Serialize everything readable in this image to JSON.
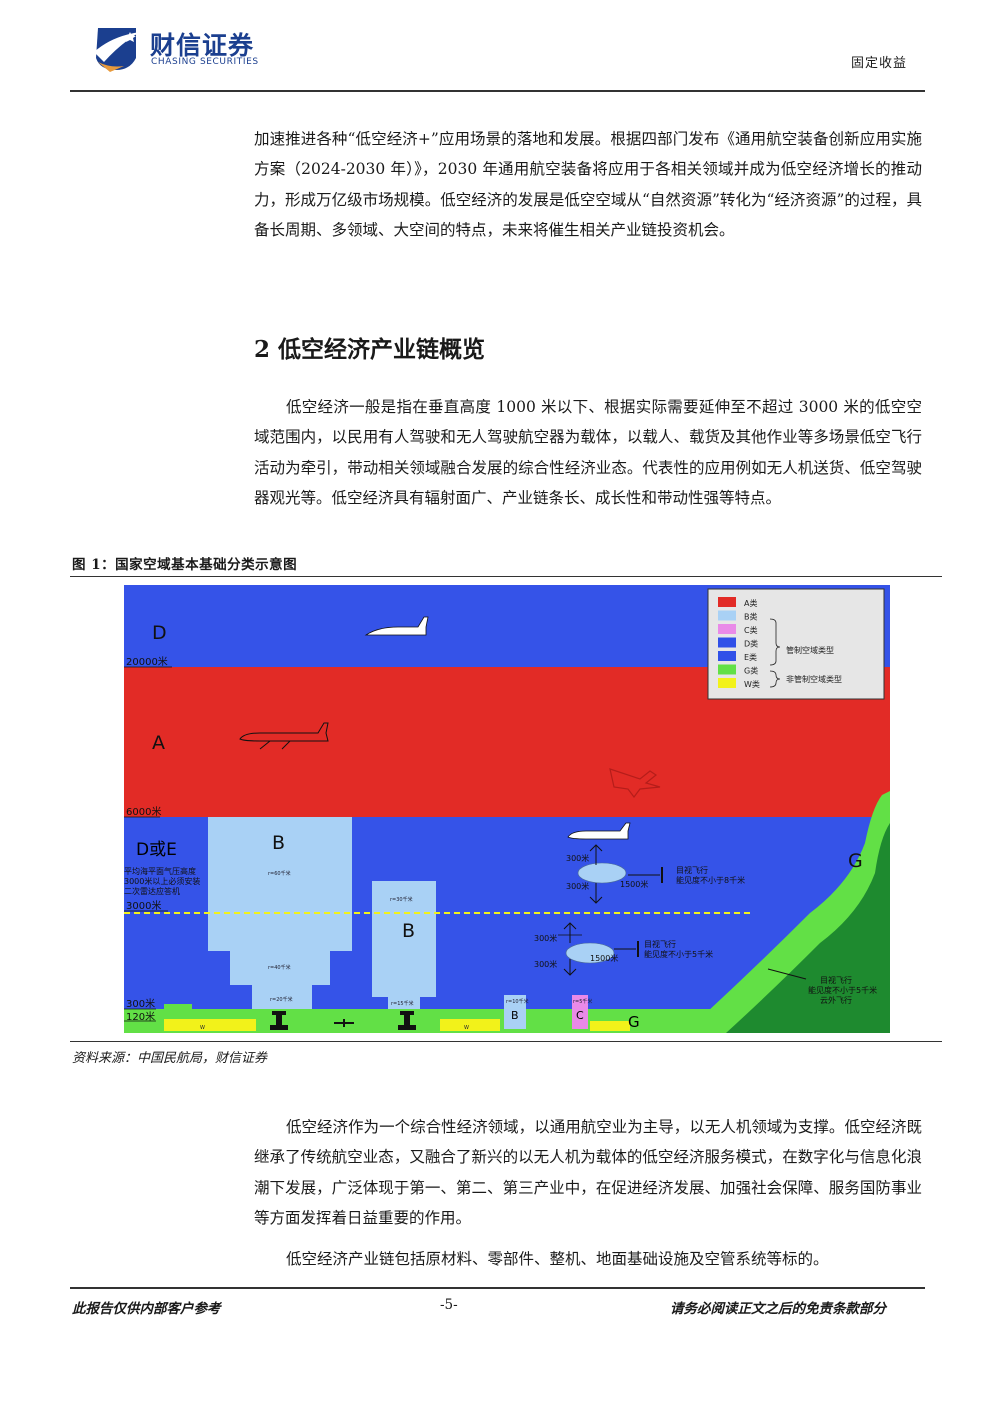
{
  "header": {
    "brand_cn": "财信证券",
    "brand_en": "CHASING SECURITIES",
    "section_label": "固定收益"
  },
  "body": {
    "para_1": "加速推进各种“低空经济+”应用场景的落地和发展。根据四部门发布《通用航空装备创新应用实施方案（2024-2030 年）》，2030 年通用航空装备将应用于各相关领域并成为低空经济增长的推动力，形成万亿级市场规模。低空经济的发展是低空空域从“自然资源”转化为“经济资源”的过程，具备长周期、多领域、大空间的特点，未来将催生相关产业链投资机会。",
    "section_title": "2 低空经济产业链概览",
    "para_2": "低空经济一般是指在垂直高度 1000 米以下、根据实际需要延伸至不超过 3000 米的低空空域范围内，以民用有人驾驶和无人驾驶航空器为载体，以载人、载货及其他作业等多场景低空飞行活动为牵引，带动相关领域融合发展的综合性经济业态。代表性的应用例如无人机送货、低空驾驶器观光等。低空经济具有辐射面广、产业链条长、成长性和带动性强等特点。",
    "para_3": "低空经济作为一个综合性经济领域，以通用航空业为主导，以无人机领域为支撑。低空经济既继承了传统航空业态，又融合了新兴的以无人机为载体的低空经济服务模式，在数字化与信息化浪潮下发展，广泛体现于第一、第二、第三产业中，在促进经济发展、加强社会保障、服务国防事业等方面发挥着日益重要的作用。",
    "para_4": "低空经济产业链包括原材料、零部件、整机、地面基础设施及空管系统等标的。"
  },
  "figure": {
    "title": "图 1：国家空域基本基础分类示意图",
    "source": "资料来源：中国民航局，财信证券",
    "diagram": {
      "zone_labels": {
        "d": "D",
        "a": "A",
        "d_or_e": "D或E",
        "b1": "B",
        "b2": "B",
        "b3": "B",
        "c": "C",
        "g1": "G",
        "g2": "G"
      },
      "altitude_labels": {
        "alt_20000": "20000米",
        "alt_6000": "6000米",
        "alt_3000": "3000米",
        "alt_300": "300米",
        "alt_120": "120米"
      },
      "pressure_note": [
        "平均海平面气压高度",
        "3000米以上必须安装",
        "二次雷达应答机"
      ],
      "radius_labels": {
        "b1_upper": "r=60千米",
        "b1_lower": "r=40千米",
        "b1_base": "r=20千米",
        "b2_upper": "r=30千米",
        "b2_base": "r=15千米",
        "b3": "r=10千米",
        "c": "r=5千米"
      },
      "ground_labels": {
        "w1": "W",
        "w2": "W"
      },
      "vfr_upper": {
        "sep_above": "300米",
        "sep_below": "300米",
        "horizontal": "1500米",
        "line1": "目视飞行",
        "line2": "能见度不小于8千米"
      },
      "vfr_lower": {
        "sep_above": "300米",
        "sep_below": "300米",
        "horizontal": "1500米",
        "line1": "目视飞行",
        "line2": "能见度不小于5千米"
      },
      "g_note": [
        "目视飞行",
        "能见度不小于5千米",
        "云外飞行"
      ],
      "legend": {
        "items": [
          {
            "label": "A类",
            "color": "#e22b26"
          },
          {
            "label": "B类",
            "color": "#a9d1f5"
          },
          {
            "label": "C类",
            "color": "#e98ae8"
          },
          {
            "label": "D类",
            "color": "#3050e8"
          },
          {
            "label": "E类",
            "color": "#3050e8"
          },
          {
            "label": "G类",
            "color": "#62e046"
          },
          {
            "label": "W类",
            "color": "#f2f21a"
          }
        ],
        "controlled_label": "管制空域类型",
        "uncontrolled_label": "非管制空域类型"
      },
      "colors": {
        "blue": "#3553e8",
        "red": "#e22b26",
        "light_blue": "#a9d1f5",
        "pink": "#e98ae8",
        "green": "#62e046",
        "dark_green": "#1e8a2f",
        "yellow": "#f2f21a"
      }
    }
  },
  "footer": {
    "left": "此报告仅供内部客户参考",
    "page": "-5-",
    "right": "请务必阅读正文之后的免责条款部分"
  }
}
